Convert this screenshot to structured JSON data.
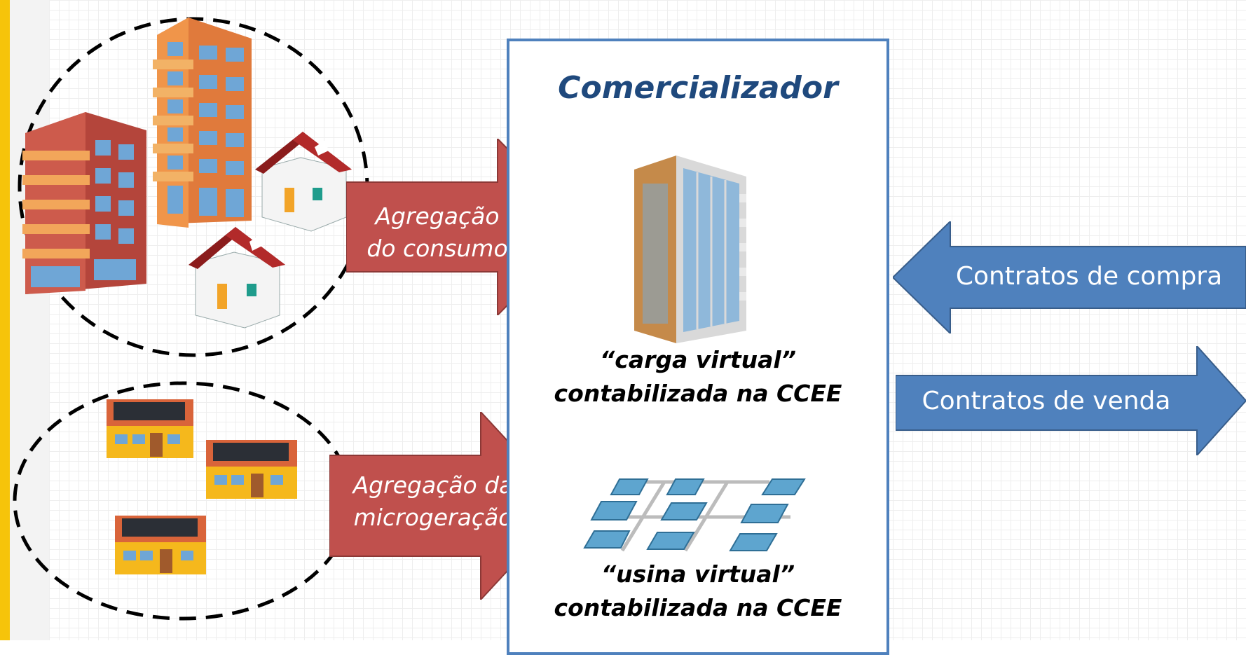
{
  "panel": {
    "title": "Comercializador",
    "load_caption_line1": "“carga virtual”",
    "load_caption_line2": "contabilizada na CCEE",
    "plant_caption_line1": "“usina virtual”",
    "plant_caption_line2": "contabilizada na CCEE"
  },
  "arrows": {
    "consumption_line1": "Agregação",
    "consumption_line2": "do consumo",
    "microgeneration_line1": "Agregação da",
    "microgeneration_line2": "microgeração",
    "purchase": "Contratos de compra",
    "sale": "Contratos de venda"
  },
  "colors": {
    "red_arrow": "#c0504d",
    "blue_arrow": "#4f81bd",
    "panel_border": "#4f81bd",
    "title": "#1f497d",
    "accent_bar": "#f6c40a"
  },
  "icons": {
    "consumer_group": [
      "apartment-building-icon",
      "apartment-building-icon",
      "house-icon",
      "house-icon"
    ],
    "prosumer_group": [
      "solar-house-icon",
      "solar-house-icon",
      "solar-house-icon"
    ],
    "virtual_load": "office-tower-icon",
    "virtual_plant": "solar-panel-array-icon"
  }
}
